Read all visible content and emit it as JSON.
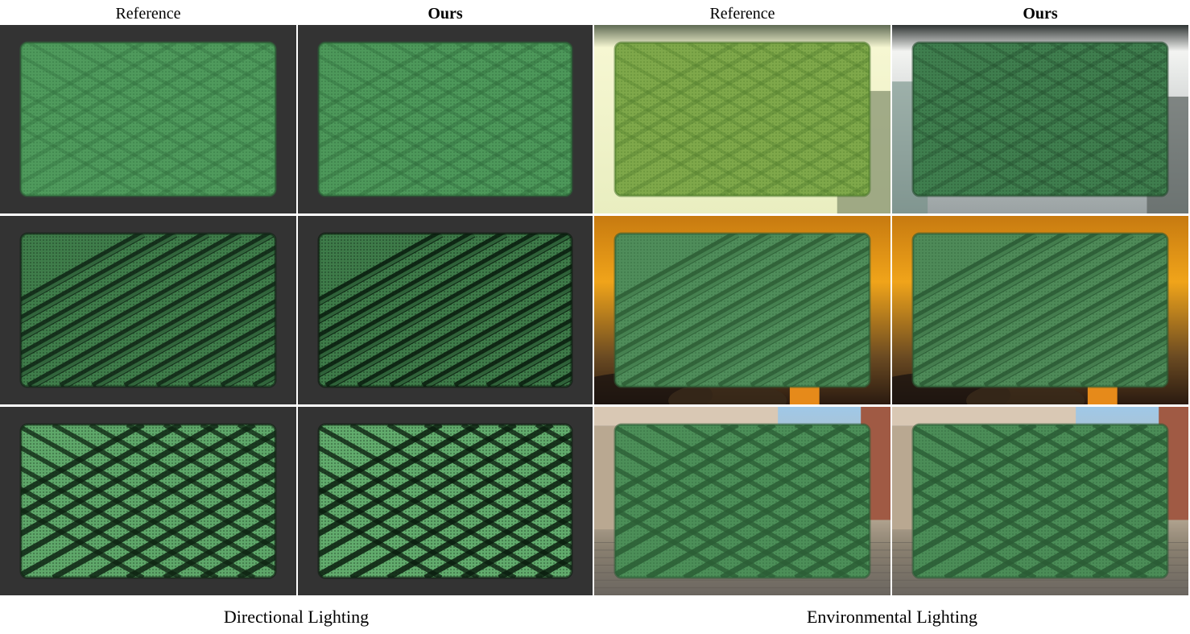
{
  "columns": [
    {
      "label": "Reference",
      "bold": false
    },
    {
      "label": "Ours",
      "bold": true
    },
    {
      "label": "Reference",
      "bold": false
    },
    {
      "label": "Ours",
      "bold": true
    }
  ],
  "groups": [
    {
      "label": "Directional Lighting"
    },
    {
      "label": "Environmental Lighting"
    }
  ],
  "rows": [
    {
      "pattern": "cable-diagonal-light",
      "cells": [
        {
          "bg": "studio-dark",
          "tone": "#4f9a5c",
          "dark": "#2e6a3a"
        },
        {
          "bg": "studio-dark",
          "tone": "#4d985a",
          "dark": "#2a6236"
        },
        {
          "bg": "bright-room",
          "tone": "#7fa84a",
          "dark": "#4d7a2c"
        },
        {
          "bg": "grey-room",
          "tone": "#3f7e4e",
          "dark": "#21492b"
        }
      ]
    },
    {
      "pattern": "cable-diagonal-deep",
      "cells": [
        {
          "bg": "studio-dark",
          "tone": "#3f7d4a",
          "dark": "#0f2414"
        },
        {
          "bg": "studio-dark",
          "tone": "#3e7b49",
          "dark": "#081a0c"
        },
        {
          "bg": "warm-interior",
          "tone": "#4f8d5a",
          "dark": "#2d5d36"
        },
        {
          "bg": "warm-interior",
          "tone": "#4e8a58",
          "dark": "#2b5a34"
        }
      ]
    },
    {
      "pattern": "lattice-diamond",
      "cells": [
        {
          "bg": "studio-dark",
          "tone": "#5fa86a",
          "dark": "#0f2513"
        },
        {
          "bg": "studio-dark",
          "tone": "#62ac6d",
          "dark": "#0b1e0f"
        },
        {
          "bg": "plaza",
          "tone": "#4c8f58",
          "dark": "#2c5e36"
        },
        {
          "bg": "plaza",
          "tone": "#4b8d57",
          "dark": "#2b5c35"
        }
      ]
    }
  ]
}
